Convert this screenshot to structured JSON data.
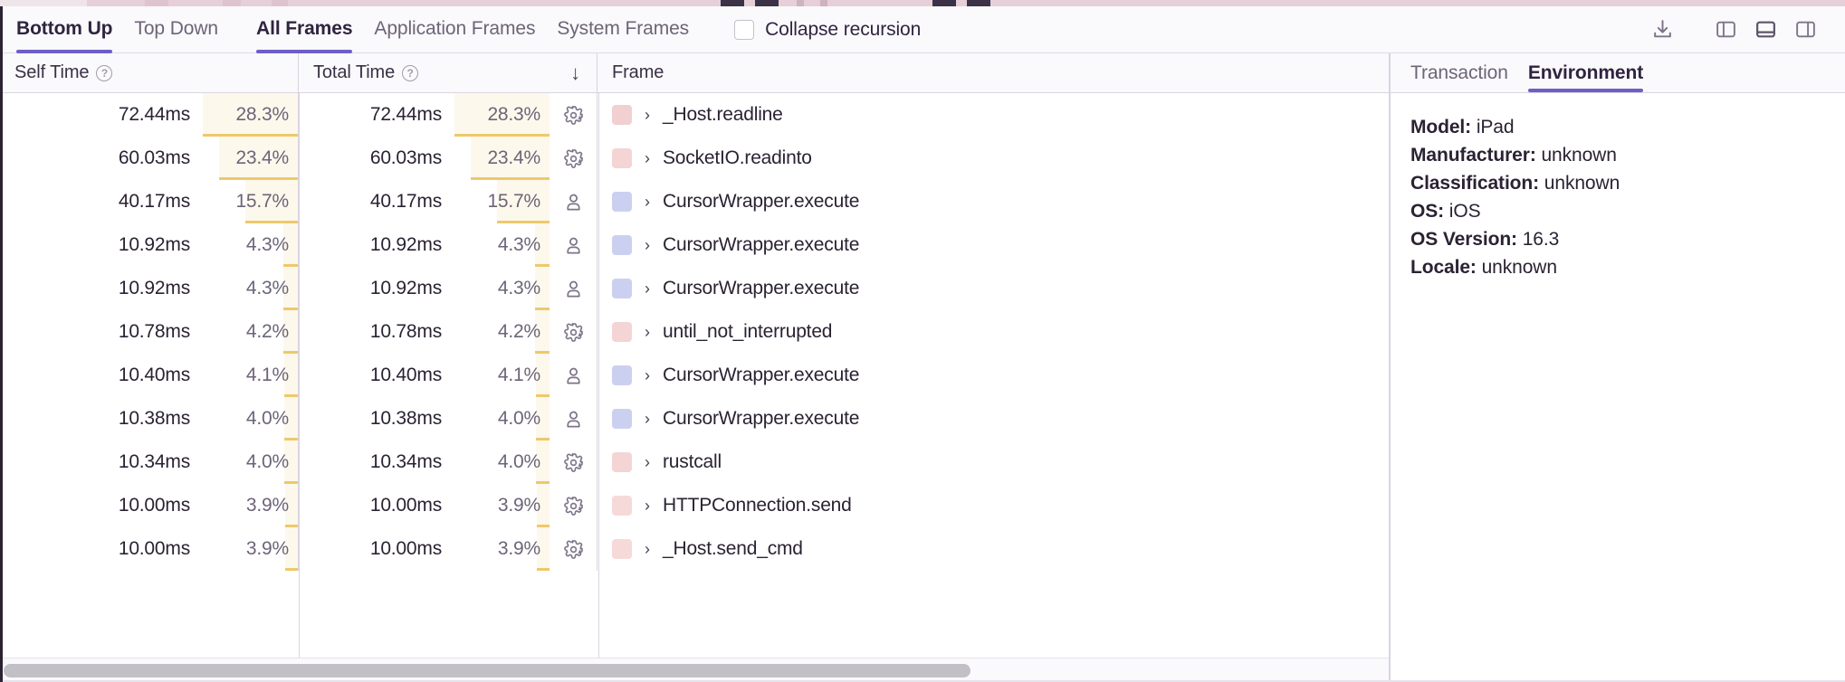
{
  "toolbar": {
    "tabs": [
      {
        "label": "Bottom Up",
        "active": true,
        "name": "tab-bottom-up"
      },
      {
        "label": "Top Down",
        "active": false,
        "name": "tab-top-down"
      }
    ],
    "frame_tabs": [
      {
        "label": "All Frames",
        "active": true,
        "name": "tab-all-frames"
      },
      {
        "label": "Application Frames",
        "active": false,
        "name": "tab-application-frames"
      },
      {
        "label": "System Frames",
        "active": false,
        "name": "tab-system-frames"
      }
    ],
    "collapse_recursion": {
      "label": "Collapse recursion",
      "checked": false
    },
    "icons": [
      {
        "name": "export-download-icon",
        "title": "Export"
      },
      {
        "name": "panel-left-icon",
        "title": "Left panel"
      },
      {
        "name": "panel-bottom-icon",
        "title": "Bottom panel"
      },
      {
        "name": "panel-right-icon",
        "title": "Right panel"
      }
    ]
  },
  "table": {
    "columns": {
      "self_time": {
        "label": "Self Time",
        "help": "?",
        "sorted": false
      },
      "total_time": {
        "label": "Total Time",
        "help": "?",
        "sorted": true,
        "sort_direction": "↓"
      },
      "frame": {
        "label": "Frame"
      }
    },
    "rows": [
      {
        "self_ms": "72.44ms",
        "self_pct": "28.3%",
        "self_pct_value": 28.3,
        "total_ms": "72.44ms",
        "total_pct": "28.3%",
        "total_pct_value": 28.3,
        "frame_type": "system",
        "frame_icon": "gear-icon",
        "swatch": "#f2cfd0",
        "frame": "_Host.readline"
      },
      {
        "self_ms": "60.03ms",
        "self_pct": "23.4%",
        "self_pct_value": 23.4,
        "total_ms": "60.03ms",
        "total_pct": "23.4%",
        "total_pct_value": 23.4,
        "frame_type": "system",
        "frame_icon": "gear-icon",
        "swatch": "#f4d4d4",
        "frame": "SocketIO.readinto"
      },
      {
        "self_ms": "40.17ms",
        "self_pct": "15.7%",
        "self_pct_value": 15.7,
        "total_ms": "40.17ms",
        "total_pct": "15.7%",
        "total_pct_value": 15.7,
        "frame_type": "application",
        "frame_icon": "person-icon",
        "swatch": "#ccd0f0",
        "frame": "CursorWrapper.execute"
      },
      {
        "self_ms": "10.92ms",
        "self_pct": "4.3%",
        "self_pct_value": 4.3,
        "total_ms": "10.92ms",
        "total_pct": "4.3%",
        "total_pct_value": 4.3,
        "frame_type": "application",
        "frame_icon": "person-icon",
        "swatch": "#ccd0f0",
        "frame": "CursorWrapper.execute"
      },
      {
        "self_ms": "10.92ms",
        "self_pct": "4.3%",
        "self_pct_value": 4.3,
        "total_ms": "10.92ms",
        "total_pct": "4.3%",
        "total_pct_value": 4.3,
        "frame_type": "application",
        "frame_icon": "person-icon",
        "swatch": "#ccd0f0",
        "frame": "CursorWrapper.execute"
      },
      {
        "self_ms": "10.78ms",
        "self_pct": "4.2%",
        "self_pct_value": 4.2,
        "total_ms": "10.78ms",
        "total_pct": "4.2%",
        "total_pct_value": 4.2,
        "frame_type": "system",
        "frame_icon": "gear-icon",
        "swatch": "#f4d4d4",
        "frame": "until_not_interrupted"
      },
      {
        "self_ms": "10.40ms",
        "self_pct": "4.1%",
        "self_pct_value": 4.1,
        "total_ms": "10.40ms",
        "total_pct": "4.1%",
        "total_pct_value": 4.1,
        "frame_type": "application",
        "frame_icon": "person-icon",
        "swatch": "#ccd0f0",
        "frame": "CursorWrapper.execute"
      },
      {
        "self_ms": "10.38ms",
        "self_pct": "4.0%",
        "self_pct_value": 4.0,
        "total_ms": "10.38ms",
        "total_pct": "4.0%",
        "total_pct_value": 4.0,
        "frame_type": "application",
        "frame_icon": "person-icon",
        "swatch": "#ccd0f0",
        "frame": "CursorWrapper.execute"
      },
      {
        "self_ms": "10.34ms",
        "self_pct": "4.0%",
        "self_pct_value": 4.0,
        "total_ms": "10.34ms",
        "total_pct": "4.0%",
        "total_pct_value": 4.0,
        "frame_type": "system",
        "frame_icon": "gear-icon",
        "swatch": "#f4d4d4",
        "frame": "rustcall"
      },
      {
        "self_ms": "10.00ms",
        "self_pct": "3.9%",
        "self_pct_value": 3.9,
        "total_ms": "10.00ms",
        "total_pct": "3.9%",
        "total_pct_value": 3.9,
        "frame_type": "system",
        "frame_icon": "gear-icon",
        "swatch": "#f6dada",
        "frame": "HTTPConnection.send"
      },
      {
        "self_ms": "10.00ms",
        "self_pct": "3.9%",
        "self_pct_value": 3.9,
        "total_ms": "10.00ms",
        "total_pct": "3.9%",
        "total_pct_value": 3.9,
        "frame_type": "system",
        "frame_icon": "gear-icon",
        "swatch": "#f6dada",
        "frame": "_Host.send_cmd"
      }
    ]
  },
  "detail": {
    "tabs": [
      {
        "label": "Transaction",
        "active": false,
        "name": "tab-transaction"
      },
      {
        "label": "Environment",
        "active": true,
        "name": "tab-environment"
      }
    ],
    "environment": [
      {
        "key": "Model:",
        "value": "iPad"
      },
      {
        "key": "Manufacturer:",
        "value": "unknown"
      },
      {
        "key": "Classification:",
        "value": "unknown"
      },
      {
        "key": "OS:",
        "value": "iOS"
      },
      {
        "key": "OS Version:",
        "value": "16.3"
      },
      {
        "key": "Locale:",
        "value": "unknown"
      }
    ]
  },
  "scrollbar": {
    "thumb_percent": 70
  },
  "colors": {
    "accent": "#6c5fc7",
    "bar": "#eec96b",
    "bar_bg": "#fdf8ec",
    "text": "#2b2233",
    "muted": "#6d6478"
  }
}
